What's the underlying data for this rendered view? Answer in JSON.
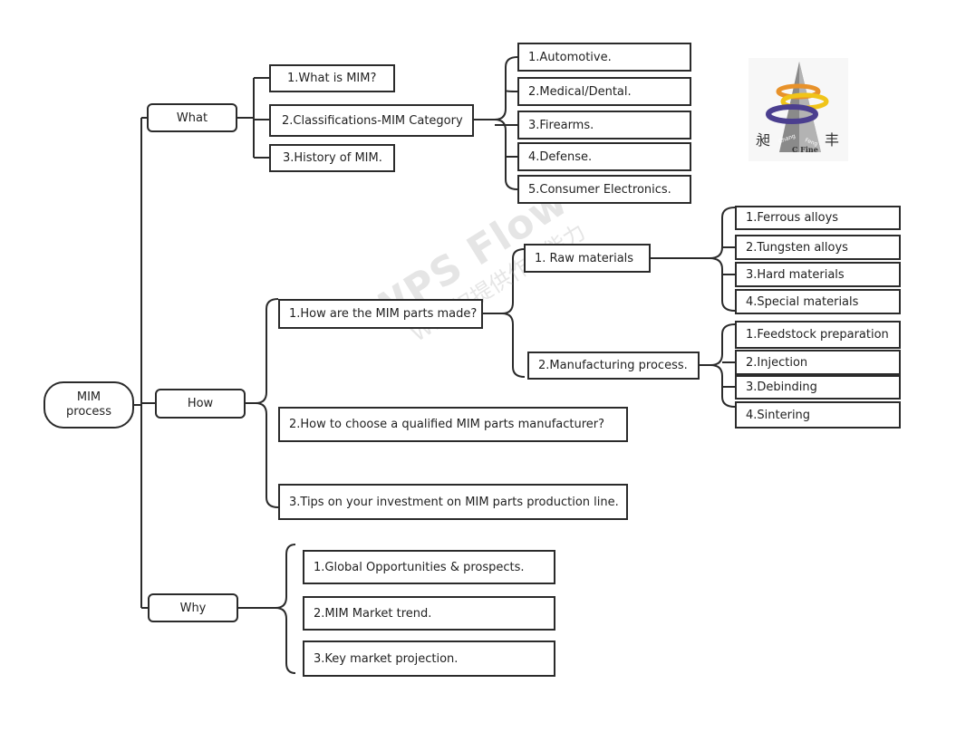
{
  "root": {
    "line1": "MIM",
    "line2": "process"
  },
  "branches": {
    "what": {
      "label": "What",
      "items": [
        "1.What is MIM?",
        "2.Classifications-MIM Category",
        "3.History of MIM."
      ],
      "categories": [
        "1.Automotive.",
        "2.Medical/Dental.",
        "3.Firearms.",
        "4.Defense.",
        "5.Consumer Electronics."
      ]
    },
    "how": {
      "label": "How",
      "made": "1.How are the MIM parts made?",
      "raw": "1. Raw materials",
      "raw_items": [
        "1.Ferrous alloys",
        "2.Tungsten alloys",
        "3.Hard materials",
        "4.Special materials"
      ],
      "process": "2.Manufacturing process.",
      "process_items": [
        "1.Feedstock preparation",
        "2.Injection",
        "3.Debinding",
        "4.Sintering"
      ],
      "choose": "2.How to choose a qualified MIM parts manufacturer?",
      "tips": "3.Tips on your investment on MIM parts production line."
    },
    "why": {
      "label": "Why",
      "items": [
        "1.Global Opportunities & prospects.",
        "2.MIM Market trend.",
        "3.Key market projection."
      ]
    }
  },
  "watermark": {
    "main": "WPS Flow",
    "sub": "WPS权提供作图能力"
  },
  "logo": {
    "left_char": "昶",
    "right_char": "丰",
    "left_tag": "Chang",
    "right_tag": "Feng",
    "brand": "C Fine"
  },
  "colors": {
    "line": "#2b2b2b",
    "logo_orange": "#e8922a",
    "logo_yellow": "#f0c419",
    "logo_purple": "#4b3f8f",
    "logo_grey": "#8a8a8a"
  }
}
